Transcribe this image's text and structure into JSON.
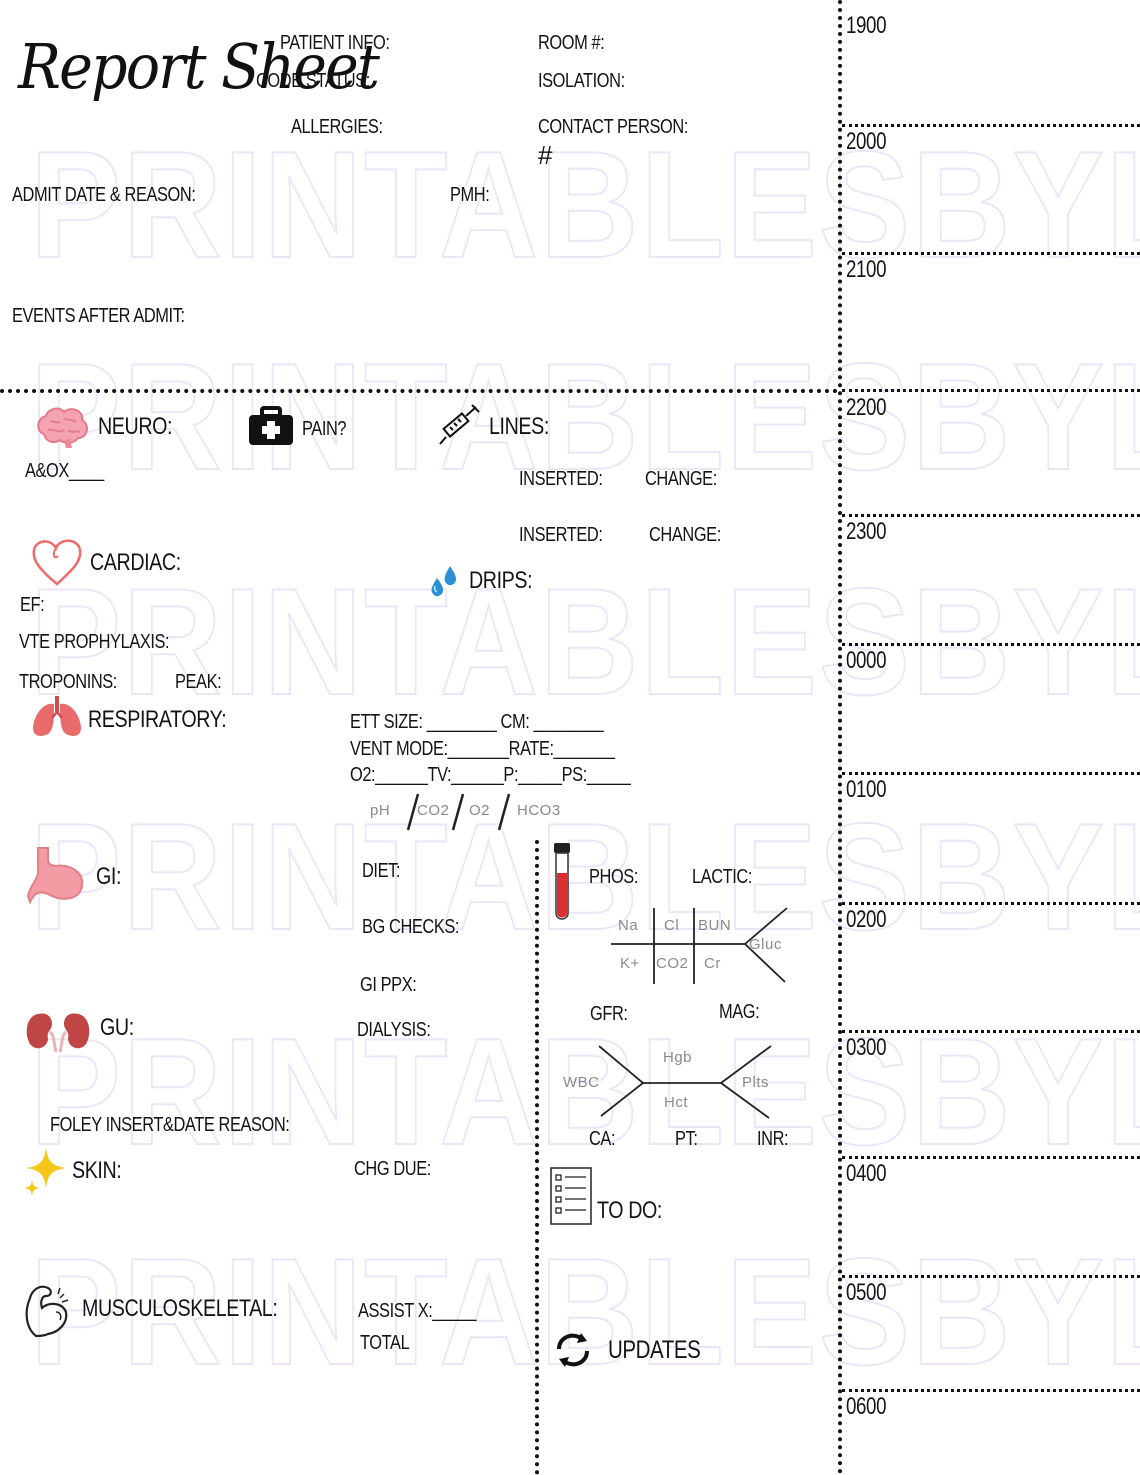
{
  "title": "Report Sheet",
  "watermark": "PRINTABLESBYLA",
  "header": {
    "patient_info": "PATIENT INFO:",
    "code_status": "CODE STATUS:",
    "allergies": "ALLERGIES:",
    "room": "ROOM #:",
    "isolation": "ISOLATION:",
    "contact_person": "CONTACT PERSON:",
    "hash": "#",
    "admit_date": "ADMIT DATE & REASON:",
    "pmh": "PMH:",
    "events": "EVENTS AFTER ADMIT:"
  },
  "neuro": {
    "title": "NEURO:",
    "aox": "A&OX____"
  },
  "pain": {
    "title": "PAIN?"
  },
  "lines": {
    "title": "LINES:",
    "inserted": "INSERTED:",
    "change": "CHANGE:"
  },
  "cardiac": {
    "title": "CARDIAC:",
    "ef": "EF:",
    "vte": "VTE PROPHYLAXIS:",
    "troponins": "TROPONINS:",
    "peak": "PEAK:"
  },
  "drips": {
    "title": "DRIPS:"
  },
  "respiratory": {
    "title": "RESPIRATORY:",
    "line1": "ETT SIZE: ________ CM: ________",
    "line2": "VENT MODE:_______RATE:_______",
    "line3": "O2:______TV:______P:_____PS:_____"
  },
  "abg": {
    "ph": "pH",
    "co2": "CO2",
    "o2": "O2",
    "hco3": "HCO3"
  },
  "gi": {
    "title": "GI:",
    "diet": "DIET:",
    "bg": "BG CHECKS:",
    "ppx": "GI PPX:"
  },
  "gu": {
    "title": "GU:",
    "dialysis": "DIALYSIS:",
    "foley": "FOLEY INSERT&DATE REASON:"
  },
  "skin": {
    "title": "SKIN:",
    "chg": "CHG DUE:"
  },
  "msk": {
    "title": "MUSCULOSKELETAL:",
    "assist": "ASSIST X:_____",
    "total": "TOTAL"
  },
  "labs": {
    "phos": "PHOS:",
    "lactic": "LACTIC:",
    "bmp": {
      "na": "Na",
      "cl": "Cl",
      "bun": "BUN",
      "k": "K+",
      "co2": "CO2",
      "cr": "Cr",
      "gluc": "Gluc"
    },
    "gfr": "GFR:",
    "mag": "MAG:",
    "cbc": {
      "wbc": "WBC",
      "hgb": "Hgb",
      "hct": "Hct",
      "plts": "Plts"
    },
    "ca": "CA:",
    "pt": "PT:",
    "inr": "INR:"
  },
  "todo": {
    "title": "TO DO:"
  },
  "updates": {
    "title": "UPDATES"
  },
  "timeline": [
    "1900",
    "2000",
    "2100",
    "2200",
    "2300",
    "0000",
    "0100",
    "0200",
    "0300",
    "0400",
    "0500",
    "0600"
  ],
  "colors": {
    "brain": "#f08a9a",
    "heart": "#ef6b6b",
    "drip": "#2b8fd6",
    "kidney": "#b83a3a",
    "star": "#f5c518",
    "tube": "#d92f2f",
    "watermark_outline": "#ede4f8"
  }
}
